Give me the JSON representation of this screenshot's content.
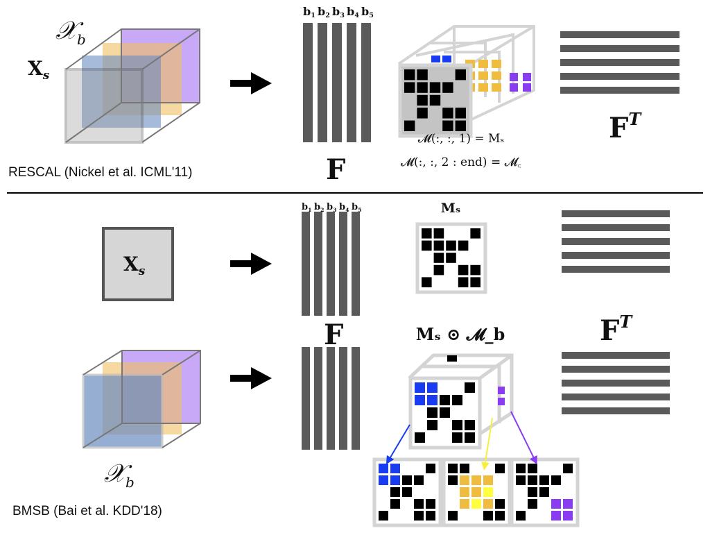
{
  "top": {
    "method_label": "RESCAL (Nickel et al. ICML'11)",
    "input_label_xs": "X",
    "input_label_xs_sub": "s",
    "input_label_xb": "𝒳",
    "input_label_xb_sub": "b",
    "factor_label": "F",
    "factor_t_label": "F",
    "factor_t_sup": "T",
    "basis_labels": [
      "b1",
      "b2",
      "b3",
      "b4",
      "b5"
    ],
    "caption_line1": "𝓜(:, :, 1) = Mₛ",
    "caption_line2": "𝓜(:, :, 2 : end) = 𝓜꜀"
  },
  "bottom": {
    "method_label": "BMSB (Bai et al. KDD'18)",
    "input_label_xs": "X",
    "input_label_xs_sub": "s",
    "input_label_xb": "𝒳",
    "input_label_xb_sub": "b",
    "factor_label": "F",
    "factor_t_label": "F",
    "factor_t_sup": "T",
    "basis_labels": [
      "b1",
      "b2",
      "b3",
      "b4",
      "b5"
    ],
    "ms_label": "Mₛ",
    "product_label": "Mₛ ⊙ 𝓜_b"
  },
  "ms_pattern": [
    [
      1,
      1,
      0,
      0,
      1
    ],
    [
      1,
      1,
      1,
      1,
      0
    ],
    [
      0,
      1,
      1,
      0,
      0
    ],
    [
      0,
      1,
      0,
      1,
      1
    ],
    [
      1,
      0,
      0,
      1,
      1
    ]
  ],
  "colors": {
    "blue": "#1a3cf0",
    "yellow": "#f0bc40",
    "purple": "#8a3cf0",
    "bar": "#5a5a5a",
    "frame": "#d4d4d4"
  }
}
